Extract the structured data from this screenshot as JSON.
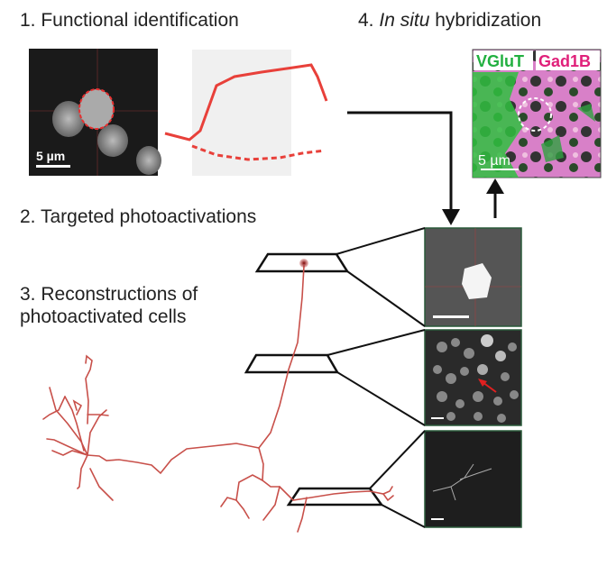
{
  "steps": {
    "step1": "1. Functional identification",
    "step2": "2. Targeted photoactivations",
    "step3_line1": "3. Reconstructions of",
    "step3_line2": "photoactivated cells",
    "step4_prefix": "4. ",
    "step4_italic": "In situ",
    "step4_suffix": " hybridization"
  },
  "scalebars": {
    "functional": "5 µm",
    "ish": "5 µm"
  },
  "ish_labels": {
    "vglut": "VGluT",
    "gad": "Gad1B"
  },
  "colors": {
    "trace": "#e8403a",
    "neuron": "#c8504a",
    "vglut": "#22c040",
    "gad": "#e0207a",
    "trace_bg": "#f0f0f0"
  }
}
